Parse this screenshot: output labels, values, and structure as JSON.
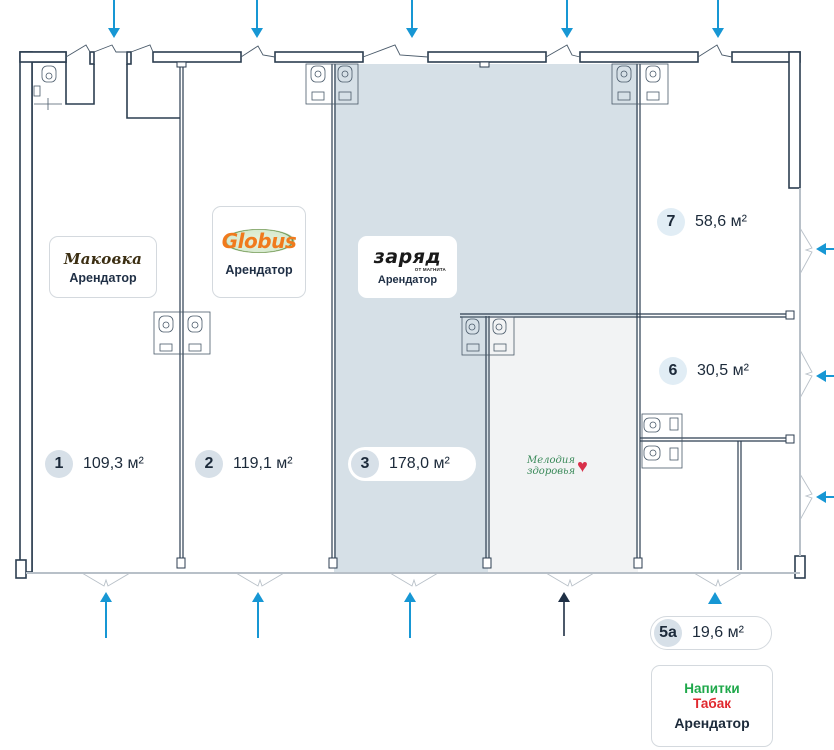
{
  "colors": {
    "wall": "#2c3e50",
    "arrow_entry": "#1797d4",
    "arrow_dark": "#1f2f45",
    "room_highlight": "#d6e0e7",
    "room_muted": "#f2f3f4",
    "badge_bg": "#d7e0e8",
    "brand_green": "#1ea84a",
    "brand_red": "#e0282e"
  },
  "units": [
    {
      "id": "1",
      "area": "109,3 м²",
      "tenant_brand": "Маковка",
      "tenant_label": "Арендатор"
    },
    {
      "id": "2",
      "area": "119,1 м²",
      "tenant_brand": "Globus",
      "tenant_label": "Арендатор"
    },
    {
      "id": "3",
      "area": "178,0 м²",
      "tenant_brand": "заряд",
      "tenant_brand_sub": "ОТ МАГНИТА",
      "tenant_label": "Арендатор",
      "highlighted": true
    },
    {
      "id": "4",
      "tenant_brand_line1": "Мелодия",
      "tenant_brand_line2": "здоровья"
    },
    {
      "id": "5a",
      "area": "19,6 м²",
      "tenant_line1": "Напитки",
      "tenant_line2": "Табак",
      "tenant_label": "Арендатор"
    },
    {
      "id": "6",
      "area": "30,5 м²"
    },
    {
      "id": "7",
      "area": "58,6 м²"
    }
  ],
  "icons": {
    "entry_arrow": "arrow-entry-icon",
    "toilet": "toilet-icon",
    "heart": "heart-icon"
  },
  "glyphs": {
    "heart": "♥"
  }
}
